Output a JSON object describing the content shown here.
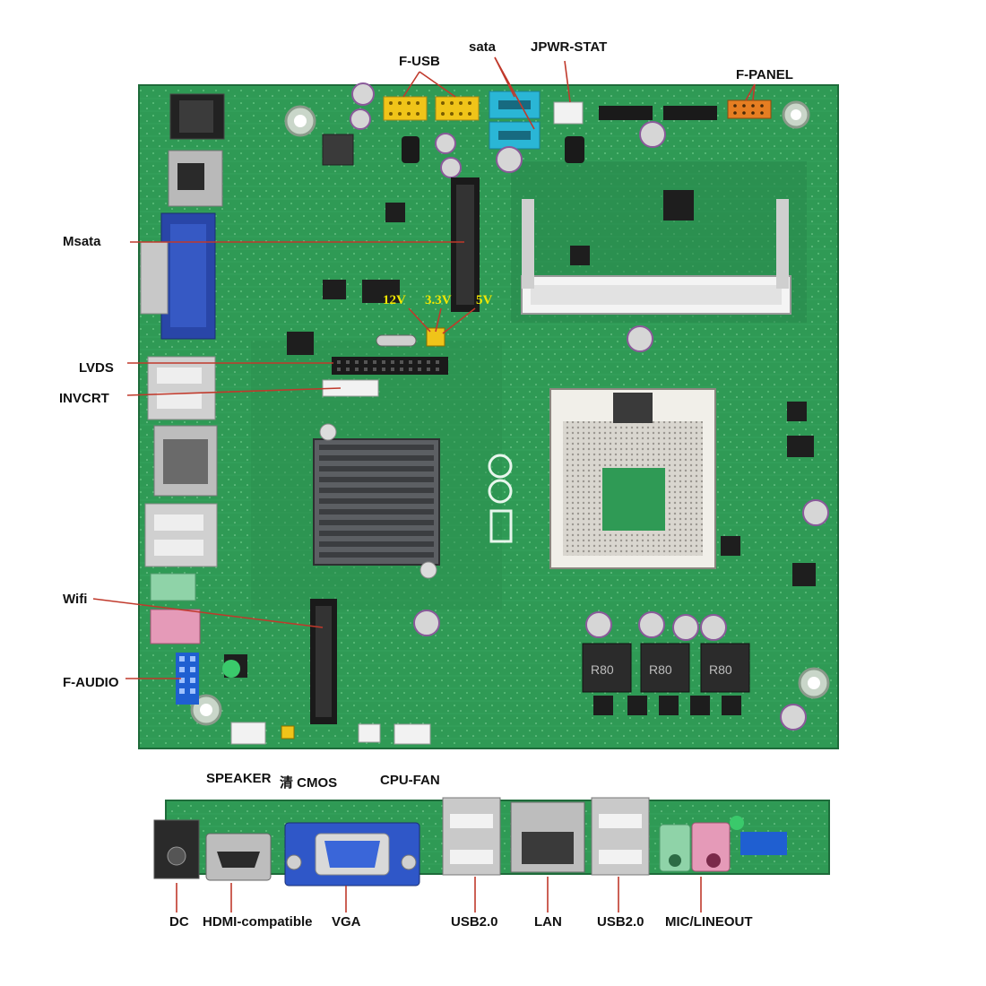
{
  "top_labels": {
    "f_usb": "F-USB",
    "sata": "sata",
    "jpwr_stat": "JPWR-STAT",
    "f_panel": "F-PANEL",
    "msata": "Msata",
    "lvds": "LVDS",
    "invcrt": "INVCRT",
    "wifi": "Wifi",
    "f_audio": "F-AUDIO",
    "speaker": "SPEAKER",
    "cmos": "清 CMOS",
    "cpu_fan": "CPU-FAN"
  },
  "jumper_voltages": {
    "v12": "12V",
    "v33": "3.3V",
    "v5": "5V"
  },
  "io_labels": {
    "dc": "DC",
    "hdmi": "HDMI-compatible",
    "vga": "VGA",
    "usb_left": "USB2.0",
    "lan": "LAN",
    "usb_right": "USB2.0",
    "mic_lineout": "MIC/LINEOUT"
  },
  "board_markings": {
    "inductor": "R80"
  },
  "colors": {
    "pcb": "#2f9a55",
    "pcb_dark": "#23733f",
    "pointer_line": "#c0392b",
    "voltage_text": "#f2e600"
  }
}
